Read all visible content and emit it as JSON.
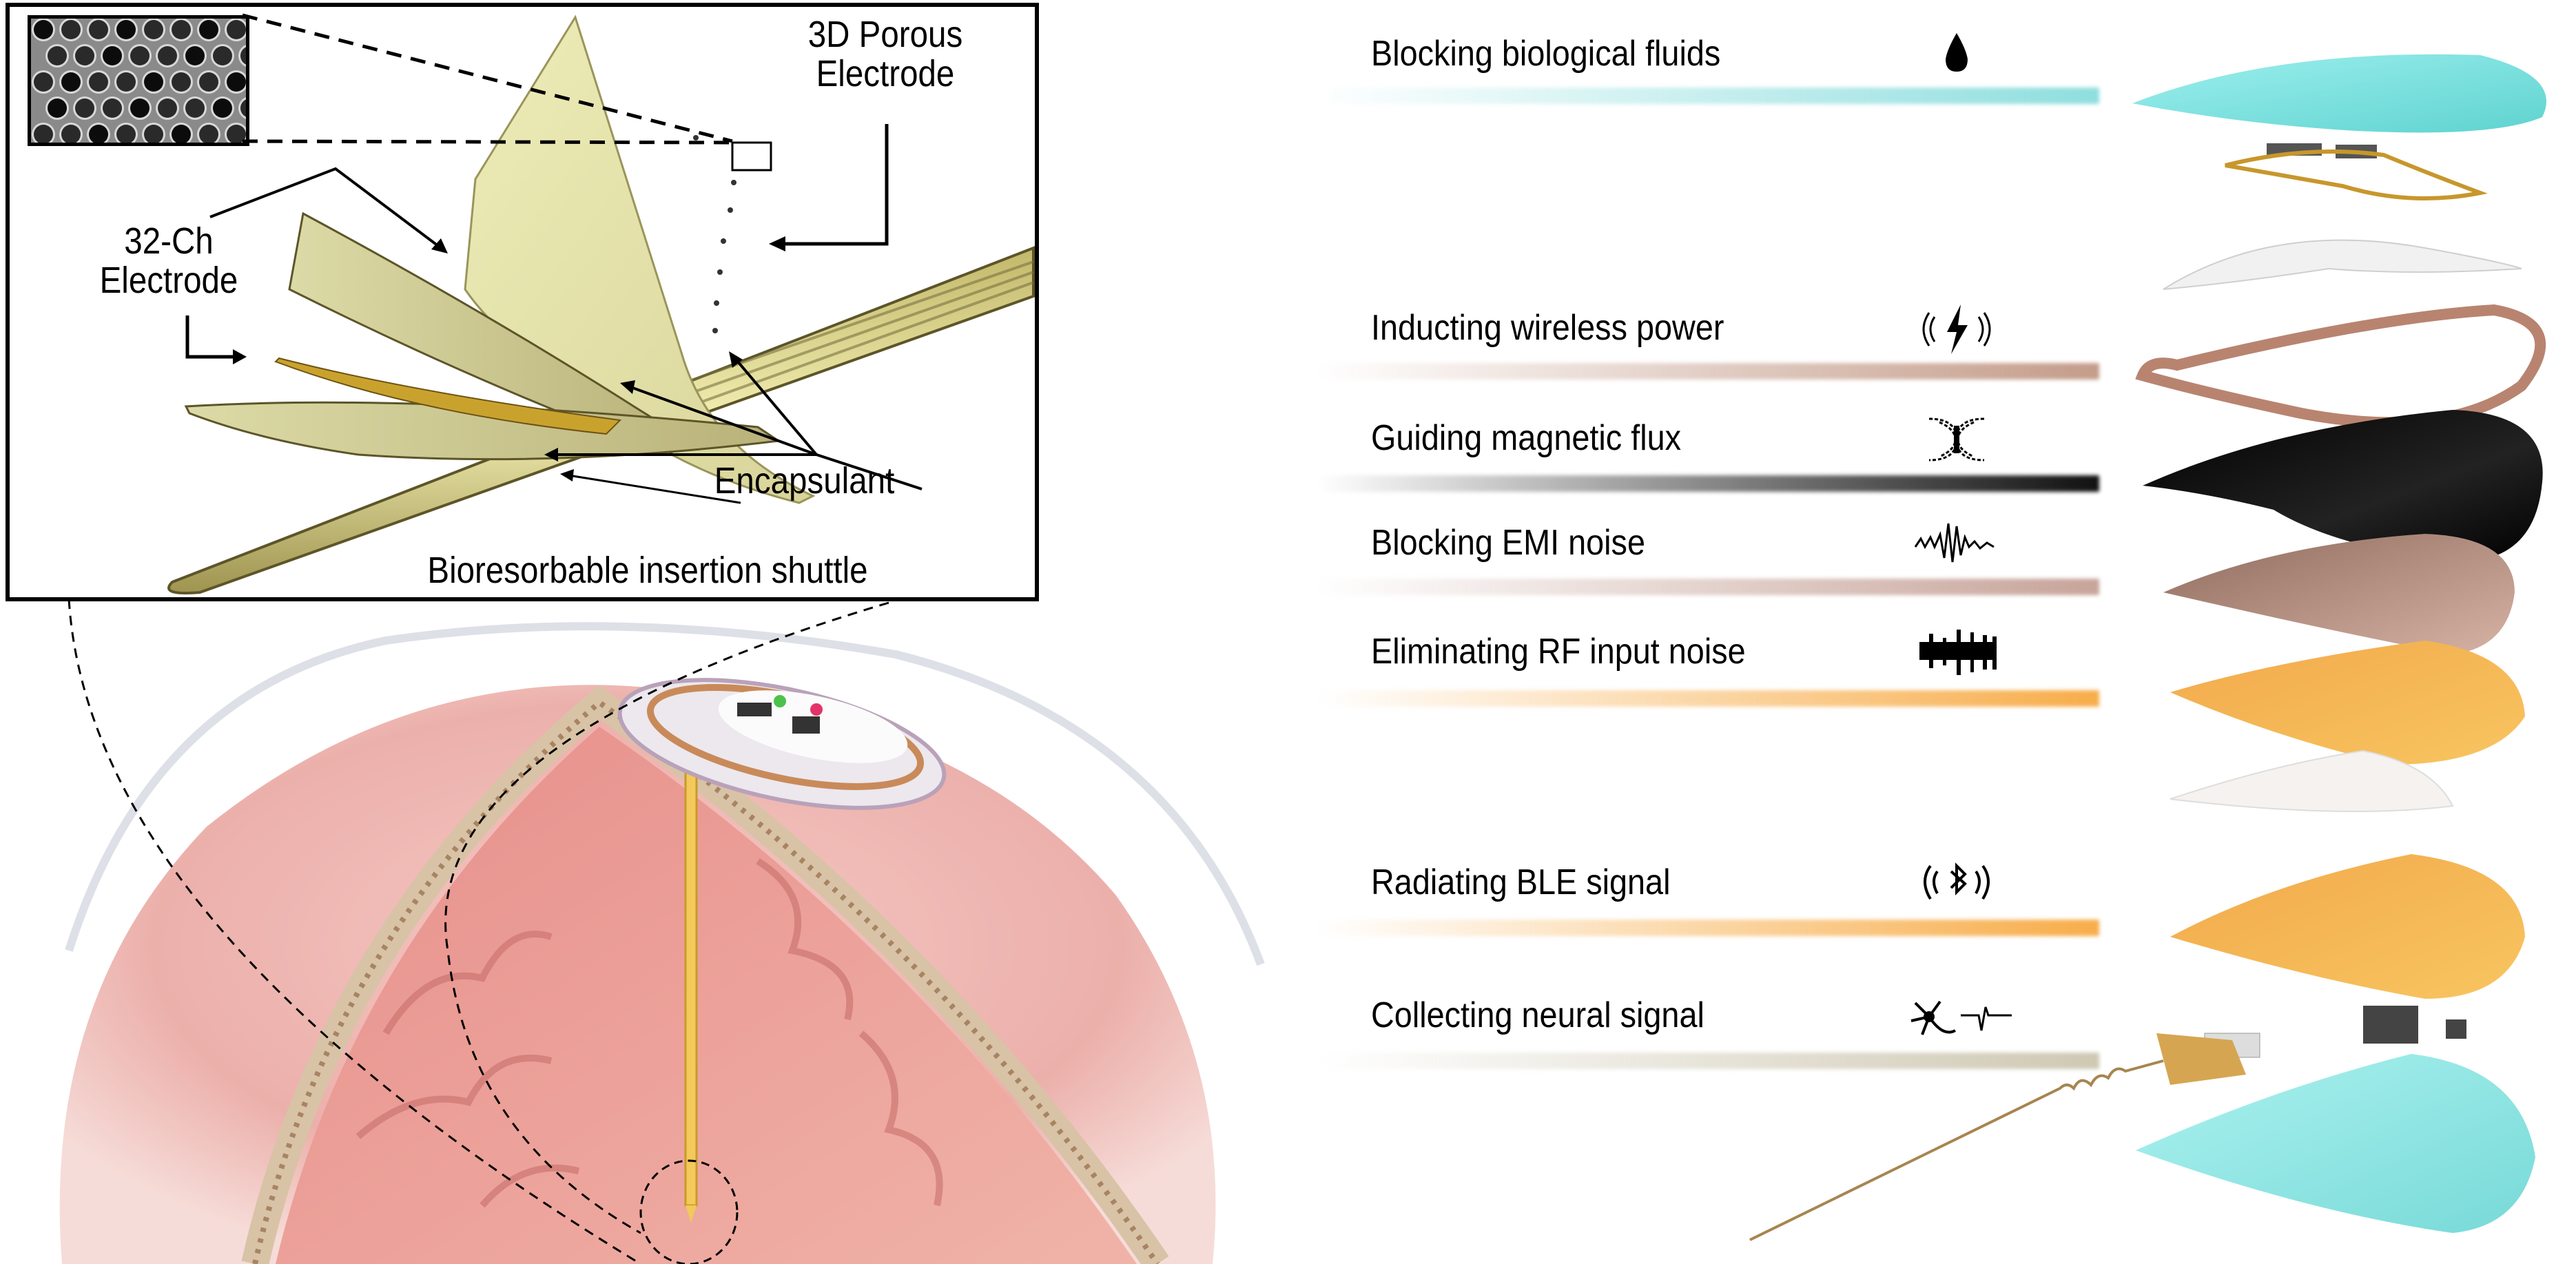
{
  "inset": {
    "sem_image": "porous-electrode-sem-micrograph",
    "labels": {
      "porous_line1": "3D Porous",
      "porous_line2": "Electrode",
      "ch_line1": "32-Ch",
      "ch_line2": "Electrode",
      "encapsulant": "Encapsulant",
      "shuttle": "Bioresorbable insertion shuttle"
    }
  },
  "brain": {
    "illustration": "brain-cross-section-with-implant"
  },
  "layers": [
    {
      "label": "Blocking biological fluids",
      "icon": "droplet-icon",
      "color": "#8fdede"
    },
    {
      "label": "Inducting wireless power",
      "icon": "wireless-power-icon",
      "color": "#c49c8a"
    },
    {
      "label": "Guiding magnetic flux",
      "icon": "magnetic-flux-icon",
      "color": "#111111"
    },
    {
      "label": "Blocking EMI noise",
      "icon": "emi-noise-icon",
      "color": "#c7a49a"
    },
    {
      "label": "Eliminating RF input noise",
      "icon": "rf-noise-icon",
      "color": "#f7ad4a"
    },
    {
      "label": "Radiating BLE signal",
      "icon": "bluetooth-icon",
      "color": "#f7ad4a"
    },
    {
      "label": "Collecting neural signal",
      "icon": "neuron-signal-icon",
      "color": "#cfc8b3"
    }
  ]
}
